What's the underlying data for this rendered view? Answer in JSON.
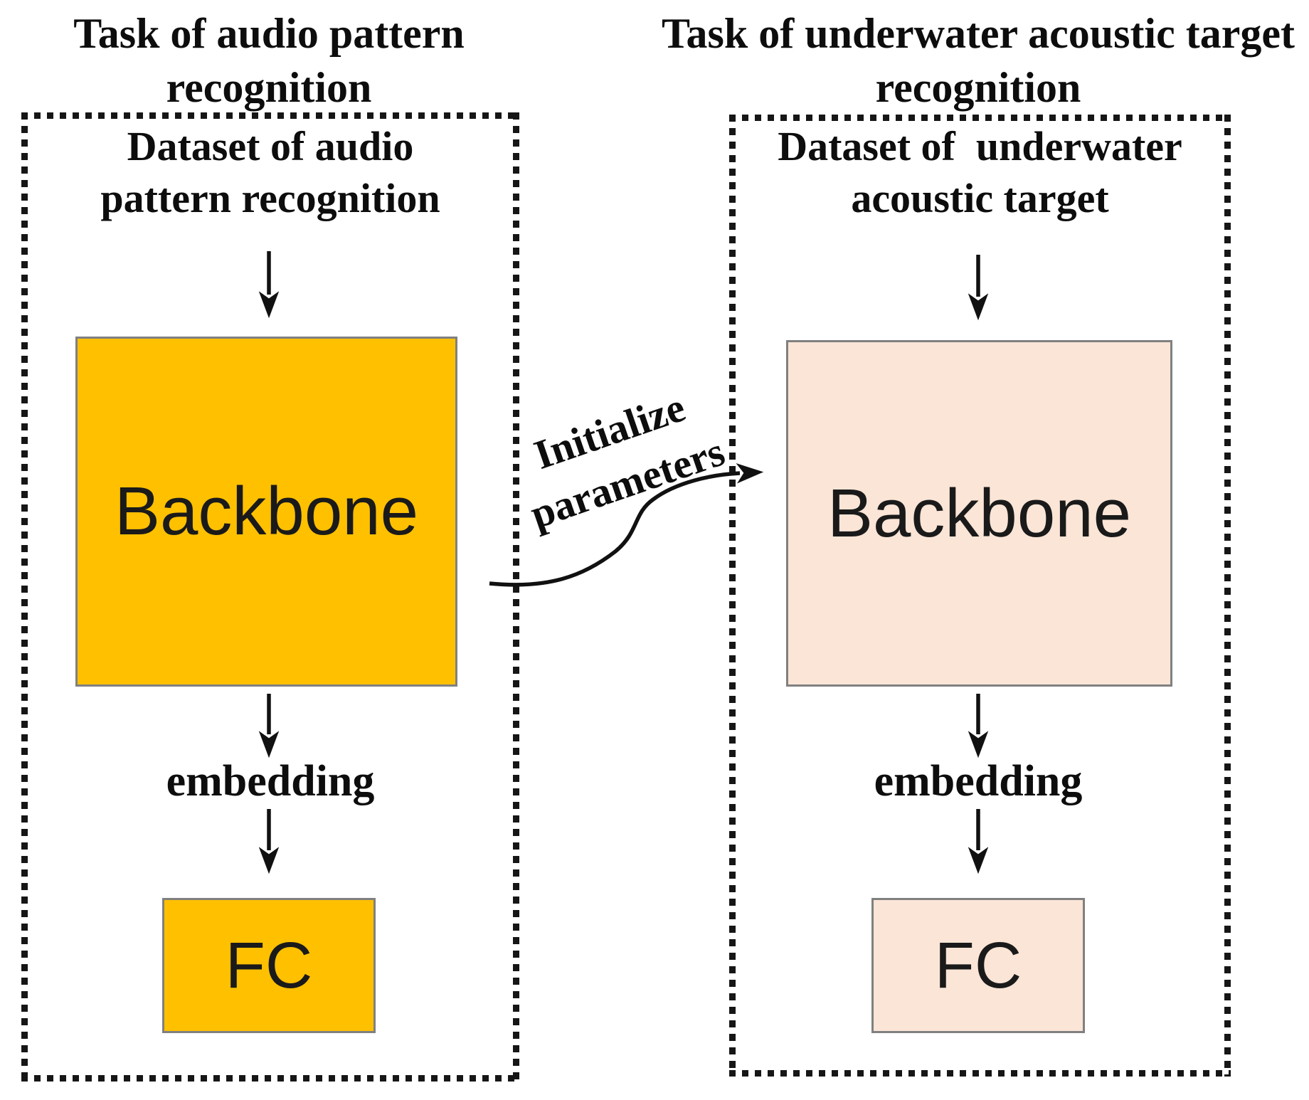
{
  "left_panel": {
    "title": "Task of audio pattern\nrecognition",
    "dataset_label": "Dataset of audio\npattern recognition",
    "backbone_label": "Backbone",
    "embedding_label": "embedding",
    "fc_label": "FC",
    "fill_color": "#FFC000"
  },
  "right_panel": {
    "title": "Task of underwater acoustic target\nrecognition",
    "dataset_label": "Dataset of  underwater\nacoustic target",
    "backbone_label": "Backbone",
    "embedding_label": "embedding",
    "fc_label": "FC",
    "fill_color": "#FBE5D6"
  },
  "transfer": {
    "label": "Initialize\nparameters"
  },
  "colors": {
    "source_fill": "#FFC000",
    "target_fill": "#FBE5D6",
    "box_border": "#808080",
    "ink": "#121212"
  }
}
